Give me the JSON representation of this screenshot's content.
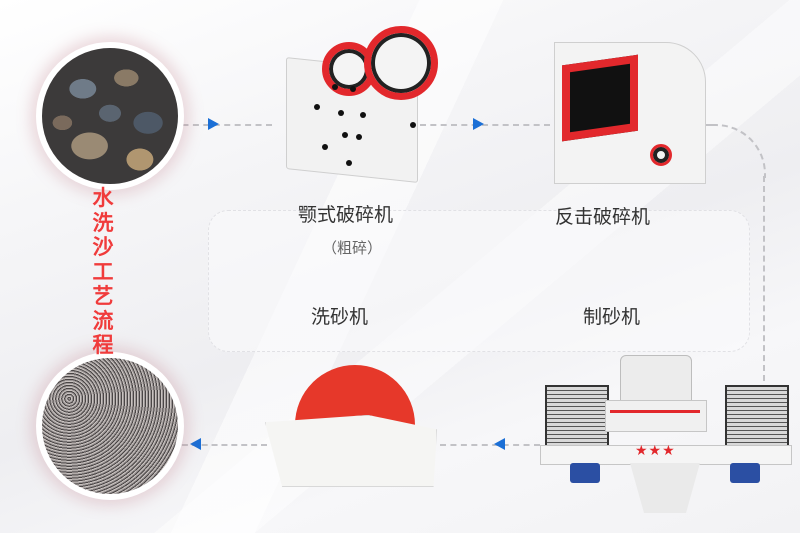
{
  "title": "水洗沙工艺流程",
  "title_chars": [
    "水",
    "洗",
    "沙",
    "工",
    "艺",
    "流",
    "程"
  ],
  "colors": {
    "title": "#f03b3b",
    "arrow": "#1b6fd6",
    "dash": "#c2c2c6",
    "machine_accent": "#e2282c"
  },
  "materials": {
    "input": {
      "name": "raw-rock",
      "image": "rock-pile-photo"
    },
    "output": {
      "name": "finished-sand",
      "image": "sand-pile-photo"
    }
  },
  "steps": [
    {
      "id": "jaw-crusher",
      "label": "颚式破碎机",
      "note": "（粗碎）"
    },
    {
      "id": "impact-crusher",
      "label": "反击破碎机",
      "note": ""
    },
    {
      "id": "sand-maker",
      "label": "制砂机",
      "note": ""
    },
    {
      "id": "sand-washer",
      "label": "洗砂机",
      "note": ""
    }
  ],
  "flow_direction": [
    "raw-rock",
    "jaw-crusher",
    "impact-crusher",
    "sand-maker",
    "sand-washer",
    "finished-sand"
  ]
}
